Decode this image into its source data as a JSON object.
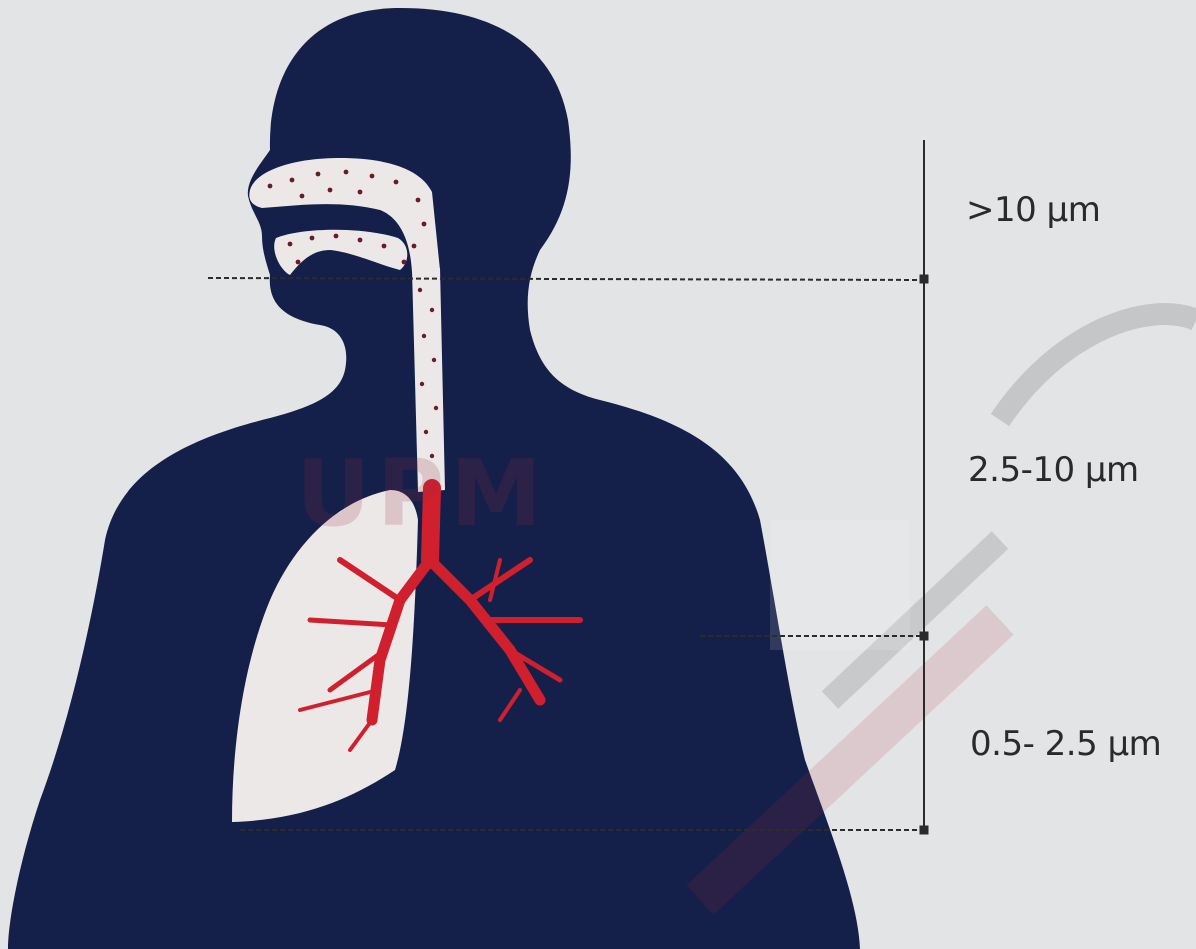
{
  "diagram": {
    "particle_size_ranges": [
      {
        "label": ">10 µm",
        "region": "nasal cavity and upper airway"
      },
      {
        "label": "2.5-10 µm",
        "region": "trachea and bronchi"
      },
      {
        "label": "0.5- 2.5 µm",
        "region": "lungs / alveoli"
      }
    ]
  },
  "watermark": {
    "logo_text": "UPM"
  },
  "colors": {
    "background": "#e2e4e6",
    "body_silhouette": "#15204a",
    "airway_fill": "#ece8e8",
    "particle_dots": "#6a1b2a",
    "bronchi": "#d0202e",
    "divider_line": "#2b2b2b"
  }
}
